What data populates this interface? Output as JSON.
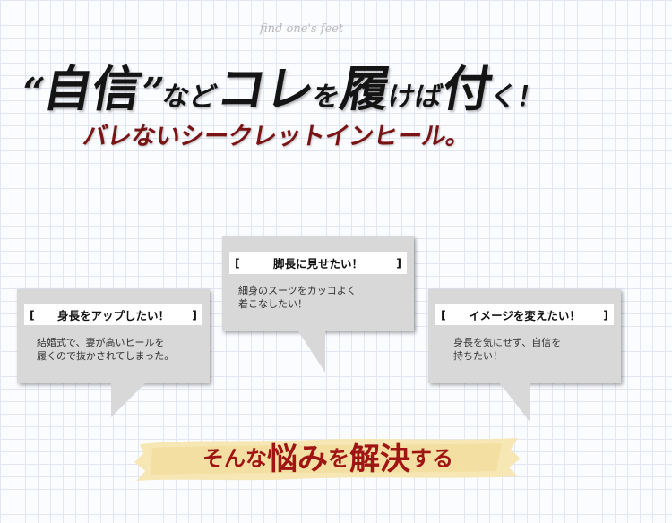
{
  "tagline": "find one's feet",
  "headline": {
    "open_quote": "“",
    "word1": "自信",
    "close_quote": "”",
    "part2": "など",
    "part3": "コレ",
    "part4": "を",
    "part5": "履",
    "part6": "けば",
    "part7": "付",
    "part8": "く！"
  },
  "subhead": "バレないシークレットインヒール。",
  "bubbles": [
    {
      "open_bracket": "[",
      "title": "身長をアップしたい！",
      "close_bracket": "]",
      "body": "結婚式で、妻が高いヒールを\n履くので抜かされてしまった。"
    },
    {
      "open_bracket": "[",
      "title": "脚長に見せたい！",
      "close_bracket": "]",
      "body": "細身のスーツをカッコよく\n着こなしたい！"
    },
    {
      "open_bracket": "[",
      "title": "イメージを変えたい！",
      "close_bracket": "]",
      "body": "身長を気にせず、自信を\n持ちたい！"
    }
  ],
  "cta": {
    "p1": "そんな",
    "p2": "悩み",
    "p3": "を",
    "p4": "解決",
    "p5": "する"
  },
  "colors": {
    "headline": "#141414",
    "subhead": "#7a1414",
    "cta_text": "#a01414",
    "brush": "#f6e6b0",
    "bubble_bg": "#d8d8d8"
  }
}
